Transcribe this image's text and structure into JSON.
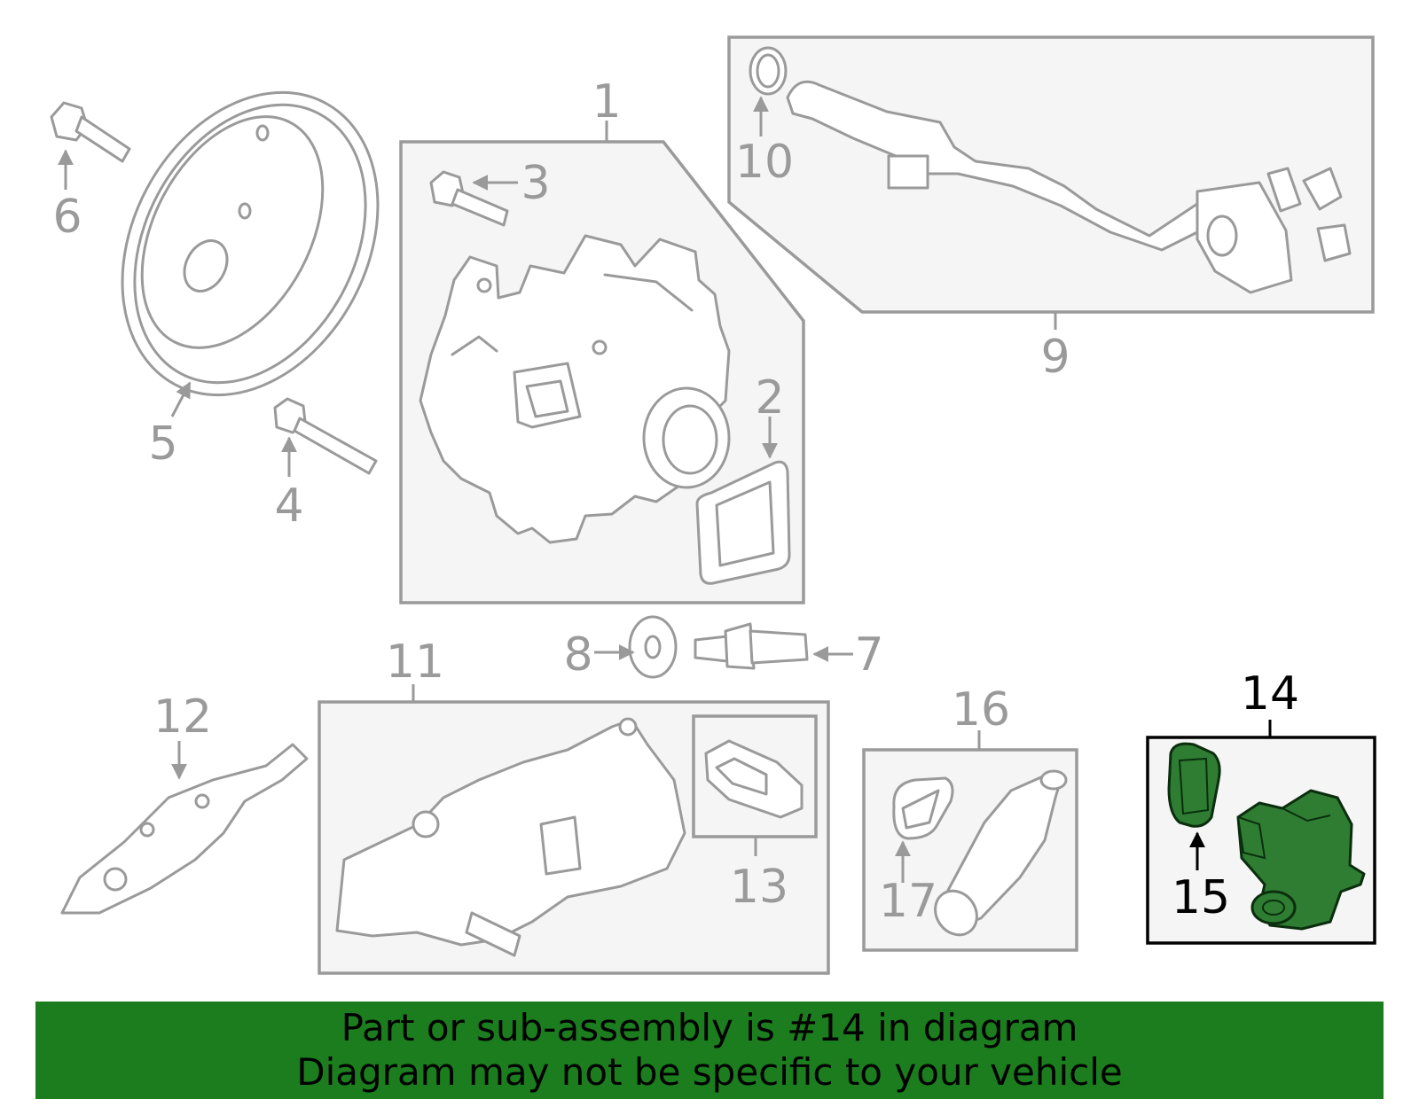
{
  "callouts": {
    "c1": "1",
    "c2": "2",
    "c3": "3",
    "c4": "4",
    "c5": "5",
    "c6": "6",
    "c7": "7",
    "c8": "8",
    "c9": "9",
    "c10": "10",
    "c11": "11",
    "c12": "12",
    "c13": "13",
    "c14": "14",
    "c15": "15",
    "c16": "16",
    "c17": "17"
  },
  "highlight_part": "14",
  "colors": {
    "highlight": "#2e7d32",
    "banner": "#1b7d1e",
    "line": "#9a9a9a"
  },
  "banner": {
    "line1": "Part or sub-assembly is #14 in diagram",
    "line2": "Diagram may not be specific to your vehicle"
  }
}
